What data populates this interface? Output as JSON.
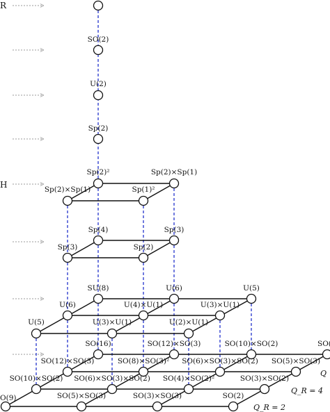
{
  "side_labels": {
    "R": "R",
    "H": "H"
  },
  "labels": {
    "so2_top": "SO(2)",
    "u2": "U(2)",
    "sp2": "Sp(2)",
    "sp2sq": "Sp(2)²",
    "sp2xsp1_r": "Sp(2)×Sp(1)",
    "sp2xsp1_l": "Sp(2)×Sp(1)",
    "sp1sq": "Sp(1)²",
    "sp4": "Sp(4)",
    "sp3_r": "Sp(3)",
    "sp3_l": "Sp(3)",
    "sp2_mid": "Sp(2)",
    "su8": "SU(8)",
    "u6_r": "U(6)",
    "u5_r": "U(5)",
    "u6_l": "U(6)",
    "u4xu1": "U(4)×U(1)",
    "u3xu1_r": "U(3)×U(1)",
    "u5_l": "U(5)",
    "u3xu1_m": "U(3)×U(1)",
    "u2xu1": "U(2)×U(1)",
    "so16": "SO(16)",
    "so12xso3_r": "SO(12)×SO(3)",
    "so10xso2_r": "SO(10)×SO(2)",
    "so_partial": "SO(",
    "so12xso3_l": "SO(12)×SO(3)",
    "so8xso3sq": "SO(8)×SO(3)²",
    "so6xso3xso2_r": "SO(6)×SO(3)×SO(2)",
    "so5xso3_r": "SO(5)×SO(3)",
    "so10xso2_l": "SO(10)×SO(2)",
    "so6xso3xso2_l": "SO(6)×SO(3)×SO(2)",
    "so4xso2sq": "SO(4)×SO(2)²",
    "so3xso2": "SO(3)×SO(2)",
    "so9": "O(9)",
    "so5xso3_l": "SO(5)×SO(3)",
    "so3xso3": "SO(3)×SO(3)",
    "so2_bottom": "SO(2)"
  },
  "qr_labels": {
    "q4": "Q_R = 4",
    "q2": "Q_R = 2",
    "q_partial": "Q"
  },
  "colors": {
    "dashed_lines": "#2233cc",
    "arrows": "#999999",
    "lines": "#111111"
  }
}
